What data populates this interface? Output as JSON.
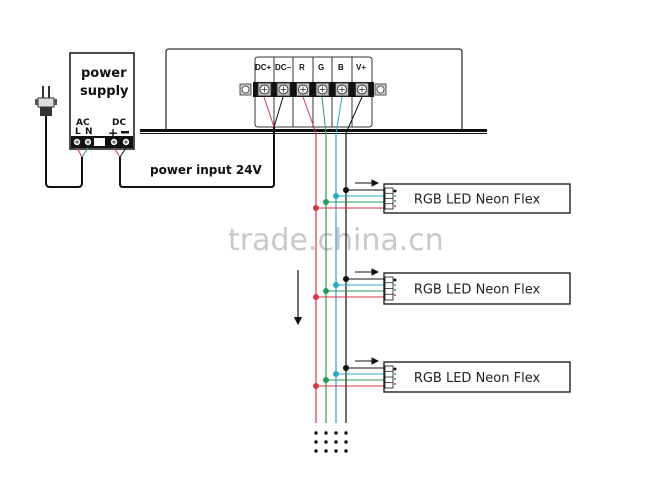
{
  "power_supply": {
    "title_line1": "power",
    "title_line2": "supply",
    "ac_label": "AC",
    "l_label": "L",
    "n_label": "N",
    "dc_label": "DC",
    "plus_symbol": "+",
    "minus_symbol": "−"
  },
  "power_input_label": "power input  24V",
  "controller": {
    "terminals": [
      "DC+",
      "DC−",
      "R",
      "G",
      "B",
      "V+"
    ]
  },
  "flex_strips": [
    {
      "label": "RGB LED Neon Flex"
    },
    {
      "label": "RGB LED Neon Flex"
    },
    {
      "label": "RGB LED Neon Flex"
    }
  ],
  "watermark": "trade.china.cn",
  "colors": {
    "red": "#d23a4a",
    "green": "#2e9b5e",
    "blue": "#2aa9c9",
    "black": "#111111"
  }
}
